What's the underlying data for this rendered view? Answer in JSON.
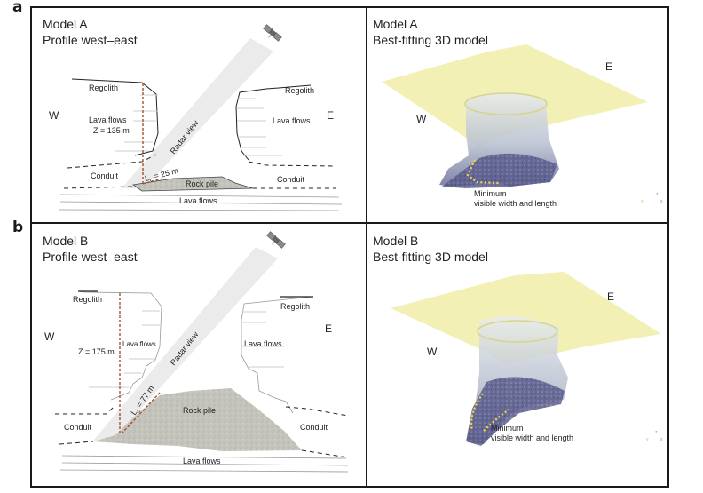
{
  "panels": [
    {
      "letter": "a",
      "profile": {
        "title_line1": "Model A",
        "title_line2": "Profile west–east",
        "west": "W",
        "east": "E",
        "regolith_left": "Regolith",
        "regolith_right": "Regolith",
        "lava_flows_left": "Lava flows",
        "lava_flows_right": "Lava flows",
        "depth_label": "Z = 135 m",
        "radar_label": "Radar view",
        "lc_label": "L",
        "lc_sub": "c",
        "lc_value": " = 25 m",
        "conduit_left": "Conduit",
        "conduit_right": "Conduit",
        "rock_pile": "Rock pile",
        "lava_flows_bottom": "Lava flows",
        "satellite_icon": "satellite-icon"
      },
      "model3d": {
        "title_line1": "Model A",
        "title_line2": "Best-fitting 3D model",
        "east": "E",
        "west": "W",
        "annotation_line1": "Minimum",
        "annotation_line2": "visible width and length",
        "axis_z": "z",
        "axis_y": "y",
        "axis_x": "x"
      }
    },
    {
      "letter": "b",
      "profile": {
        "title_line1": "Model B",
        "title_line2": "Profile west–east",
        "west": "W",
        "east": "E",
        "regolith_left": "Regolith",
        "regolith_right": "Regolith",
        "lava_flows_left": "Lava flows",
        "lava_flows_right": "Lava flows",
        "depth_label": "Z = 175 m",
        "radar_label": "Radar view",
        "lc_label": "L",
        "lc_sub": "c",
        "lc_value": " = 77 m",
        "conduit_left": "Conduit",
        "conduit_right": "Conduit",
        "rock_pile": "Rock pile",
        "lava_flows_bottom": "Lava flows",
        "satellite_icon": "satellite-icon"
      },
      "model3d": {
        "title_line1": "Model B",
        "title_line2": "Best-fitting 3D model",
        "east": "E",
        "west": "W",
        "annotation_line1": "Minimum",
        "annotation_line2": "visible width and length",
        "axis_z": "z",
        "axis_y": "y",
        "axis_x": "x"
      }
    }
  ],
  "colors": {
    "depth_line": "#a0522d",
    "radar_beam": "#ebebeb",
    "rock_pile": "#c4c4bc",
    "surface": "#f0eca8",
    "conduit_dark": "#4d4f82",
    "dotted_highlight": "#f2d64b"
  }
}
